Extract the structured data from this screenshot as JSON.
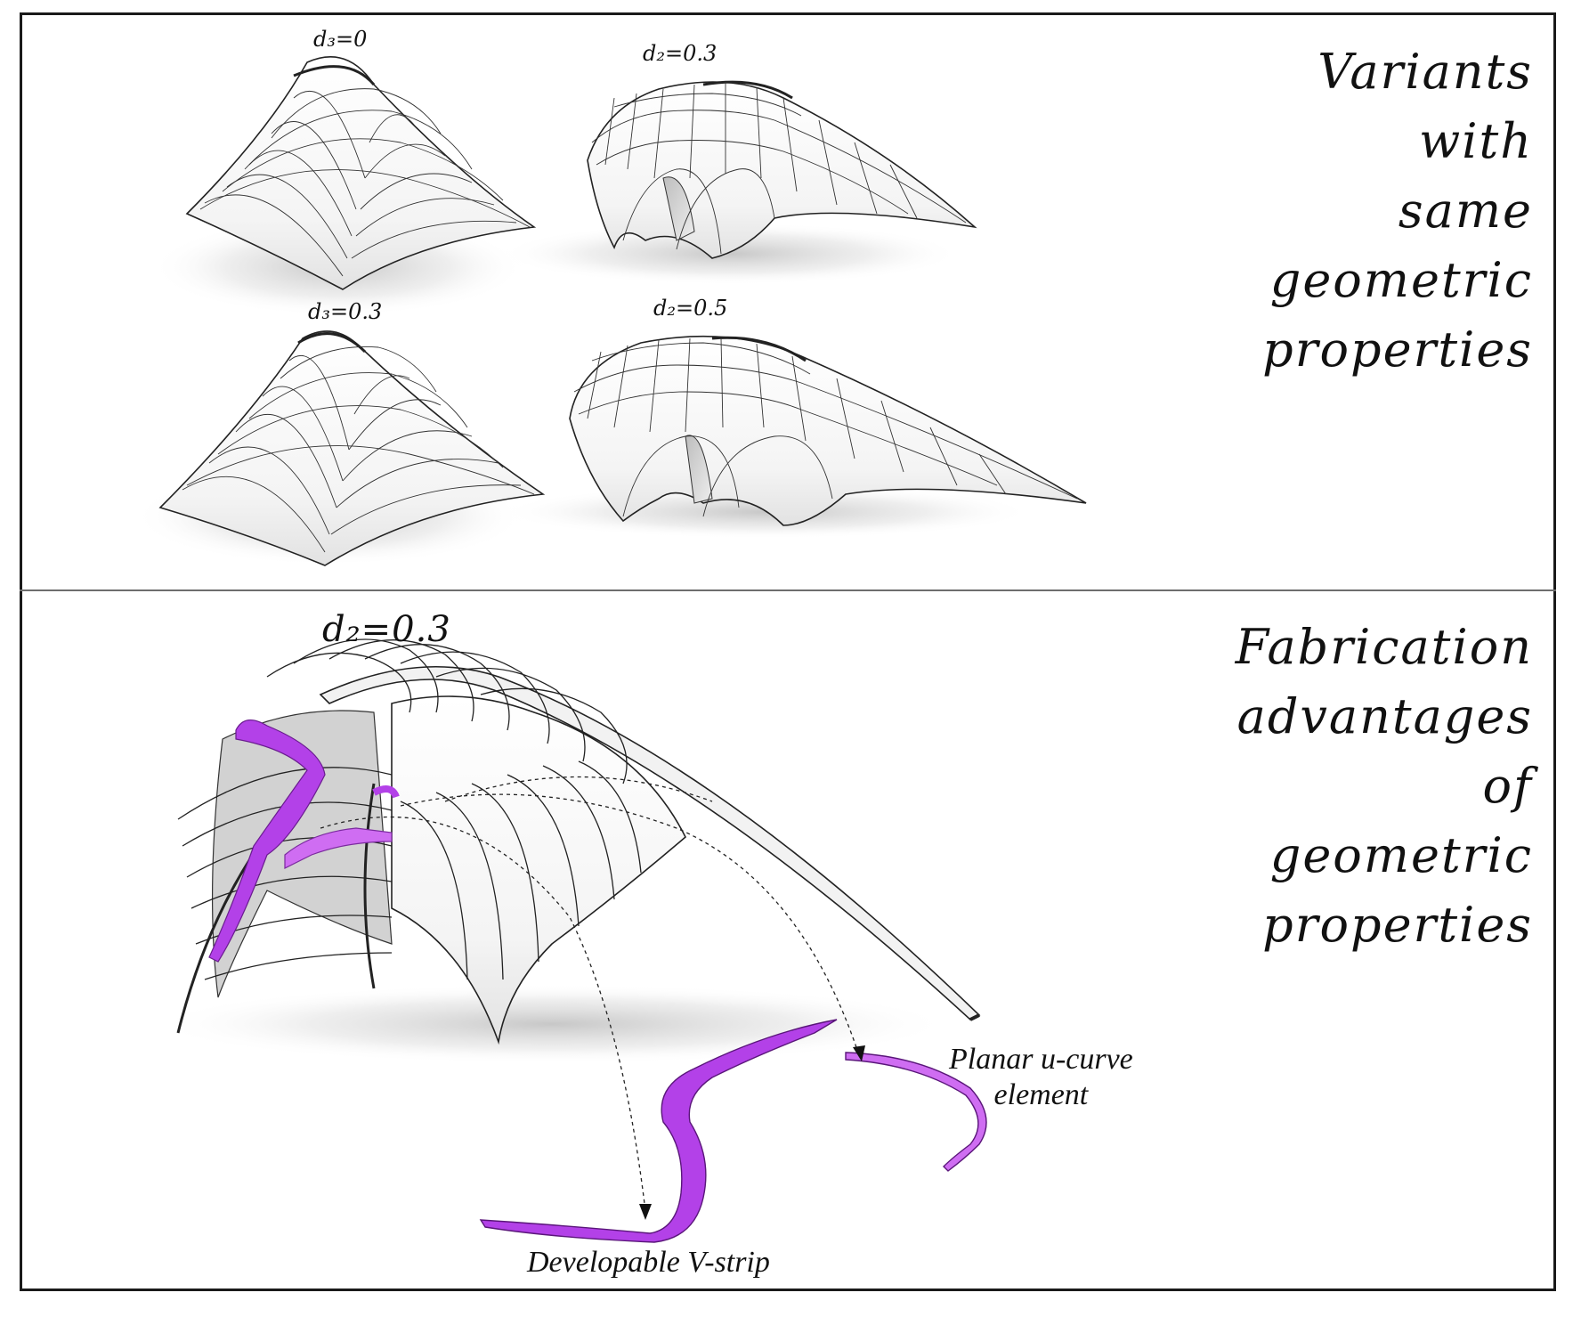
{
  "panel_top": {
    "heading_lines": [
      "Variants",
      "with",
      "same",
      "geometric",
      "properties"
    ],
    "variants": [
      {
        "label": "d₃=0"
      },
      {
        "label": "d₂=0.3"
      },
      {
        "label": "d₃=0.3"
      },
      {
        "label": "d₂=0.5"
      }
    ]
  },
  "panel_bottom": {
    "heading_lines": [
      "Fabrication",
      "advantages",
      "of",
      "geometric",
      "properties"
    ],
    "model_label": "d₂=0.3",
    "callouts": {
      "planar": [
        "Planar u-curve",
        "element"
      ],
      "vstrip": "Developable V-strip"
    }
  },
  "colors": {
    "accent_purple": "#b341e8",
    "purple_light": "#cf6df2",
    "frame": "#1a1a1a",
    "mesh_line": "#222222"
  }
}
